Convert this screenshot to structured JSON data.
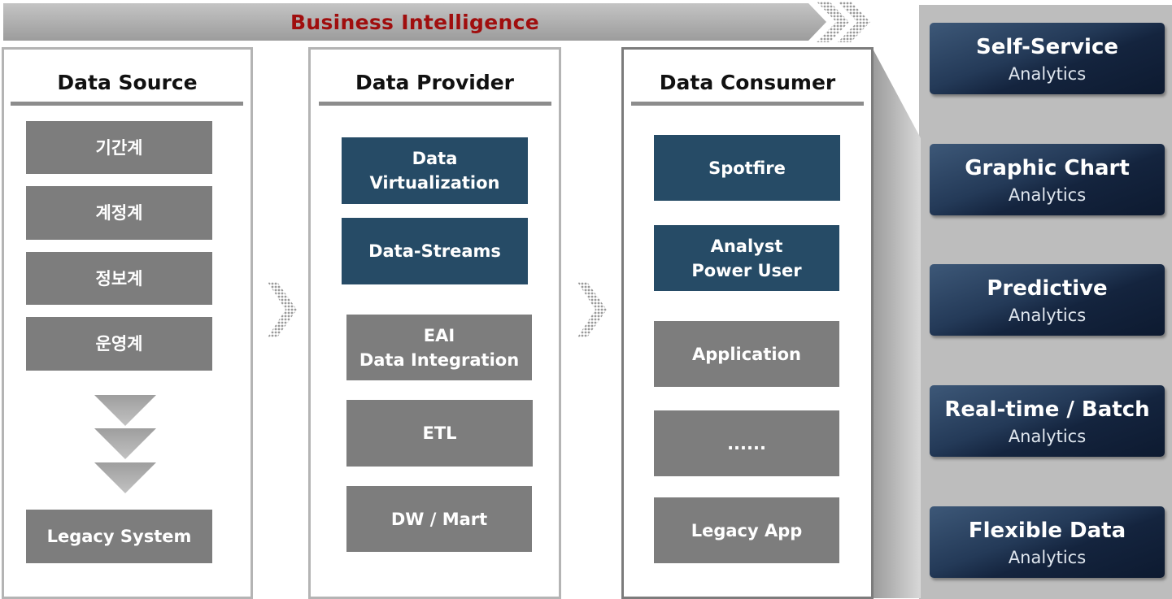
{
  "banner": {
    "title": "Business Intelligence"
  },
  "panels": {
    "source": {
      "title": "Data Source",
      "items": [
        "기간계",
        "계정계",
        "정보계",
        "운영계"
      ],
      "legacy": "Legacy System"
    },
    "provider": {
      "title": "Data Provider",
      "items": [
        "Data\nVirtualization",
        "Data-Streams",
        "EAI\nData Integration",
        "ETL",
        "DW / Mart"
      ]
    },
    "consumer": {
      "title": "Data Consumer",
      "items": [
        "Spotfire",
        "Analyst\nPower User",
        "Application",
        "......",
        "Legacy App"
      ]
    }
  },
  "analytics": [
    {
      "title": "Self-Service",
      "sub": "Analytics"
    },
    {
      "title": "Graphic Chart",
      "sub": "Analytics"
    },
    {
      "title": "Predictive",
      "sub": "Analytics"
    },
    {
      "title": "Real-time / Batch",
      "sub": "Analytics"
    },
    {
      "title": "Flexible Data",
      "sub": "Analytics"
    }
  ],
  "colors": {
    "banner_text": "#a00e0e",
    "gray_box": "#7d7d7d",
    "navy_box": "#264b66",
    "card_dark": "#14243e"
  }
}
